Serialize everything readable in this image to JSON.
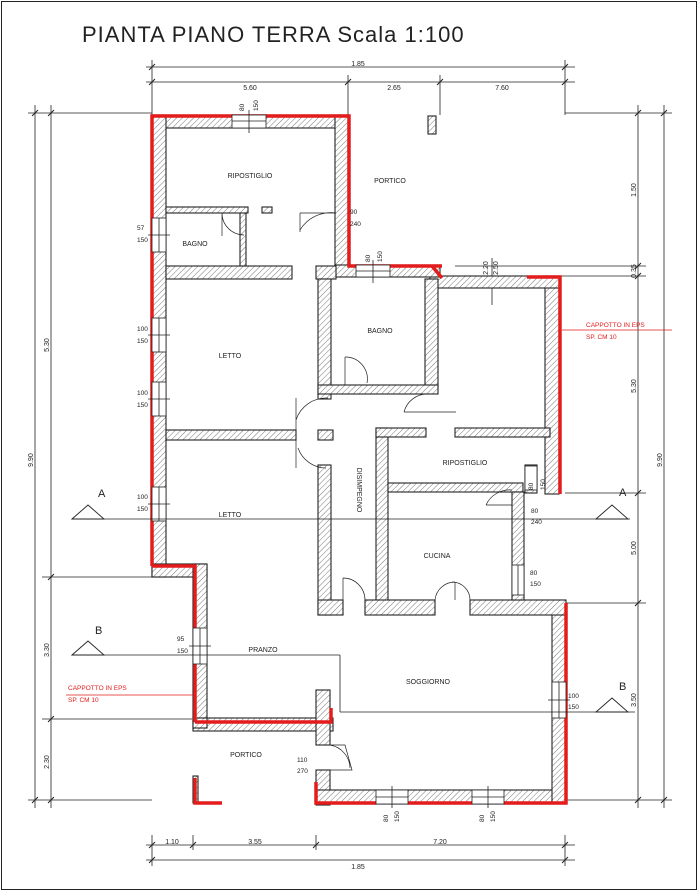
{
  "title": "PIANTA PIANO TERRA Scala 1:100",
  "rooms": {
    "ripostiglio_top": "RIPOSTIGLIO",
    "portico_top": "PORTICO",
    "bagno_left": "BAGNO",
    "bagno_center": "BAGNO",
    "letto_upper": "LETTO",
    "letto_lower": "LETTO",
    "ripostiglio_right": "RIPOSTIGLIO",
    "disimpegno": "DISIMPEGNO",
    "cucina": "CUCINA",
    "pranzo": "PRANZO",
    "soggiorno": "SOGGIORNO",
    "portico_bottom": "PORTICO"
  },
  "dimensions": {
    "top_total": "1.85",
    "top_seg1": "5.60",
    "top_seg2": "2.65",
    "top_seg3": "7.60",
    "bottom_total": "1.85",
    "bottom_seg1": "1.10",
    "bottom_seg2": "3.55",
    "bottom_seg3": "7.20",
    "left_total": "9.90",
    "left_seg1": "5.30",
    "left_seg2": "3.30",
    "left_seg3": "2.30",
    "right_total": "9.90",
    "right_seg1": "1.50",
    "right_seg2": "0.35",
    "right_seg3": "5.30",
    "right_seg4": "5.00",
    "right_seg5": "3.50",
    "inner_220": "2.20",
    "inner_250": "2.50"
  },
  "openings": {
    "w_top_ripost_a": "80",
    "w_top_ripost_b": "150",
    "door_portico_a": "90",
    "door_portico_b": "240",
    "w_bagno_left_a": "57",
    "w_bagno_left_b": "150",
    "w_bagno_center_a": "80",
    "w_bagno_center_b": "150",
    "w_letto1a_a": "100",
    "w_letto1a_b": "150",
    "w_letto1b_a": "100",
    "w_letto1b_b": "150",
    "w_letto2_a": "100",
    "w_letto2_b": "150",
    "door_cucina_a": "80",
    "door_cucina_b": "240",
    "w_cucina_a": "80",
    "w_cucina_b": "150",
    "w_pranzo_a": "95",
    "w_pranzo_b": "150",
    "w_soggiorno_a": "100",
    "w_soggiorno_b": "150",
    "door_portico_bottom_a": "110",
    "door_portico_bottom_b": "270",
    "w_bottom1_a": "80",
    "w_bottom1_b": "150",
    "w_bottom2_a": "80",
    "w_bottom2_b": "150",
    "w_ripost_right_a": "80",
    "w_ripost_right_b": "150"
  },
  "notes": {
    "cappotto_right_1": "CAPPOTTO IN EPS",
    "cappotto_right_2": "SP. CM 10",
    "cappotto_left_1": "CAPPOTTO IN EPS",
    "cappotto_left_2": "SP. CM 10"
  },
  "sections": {
    "a_left": "A",
    "a_right": "A",
    "b_left": "B",
    "b_right": "B"
  },
  "colors": {
    "red_outline": "#e41c1c",
    "line": "#222222"
  }
}
